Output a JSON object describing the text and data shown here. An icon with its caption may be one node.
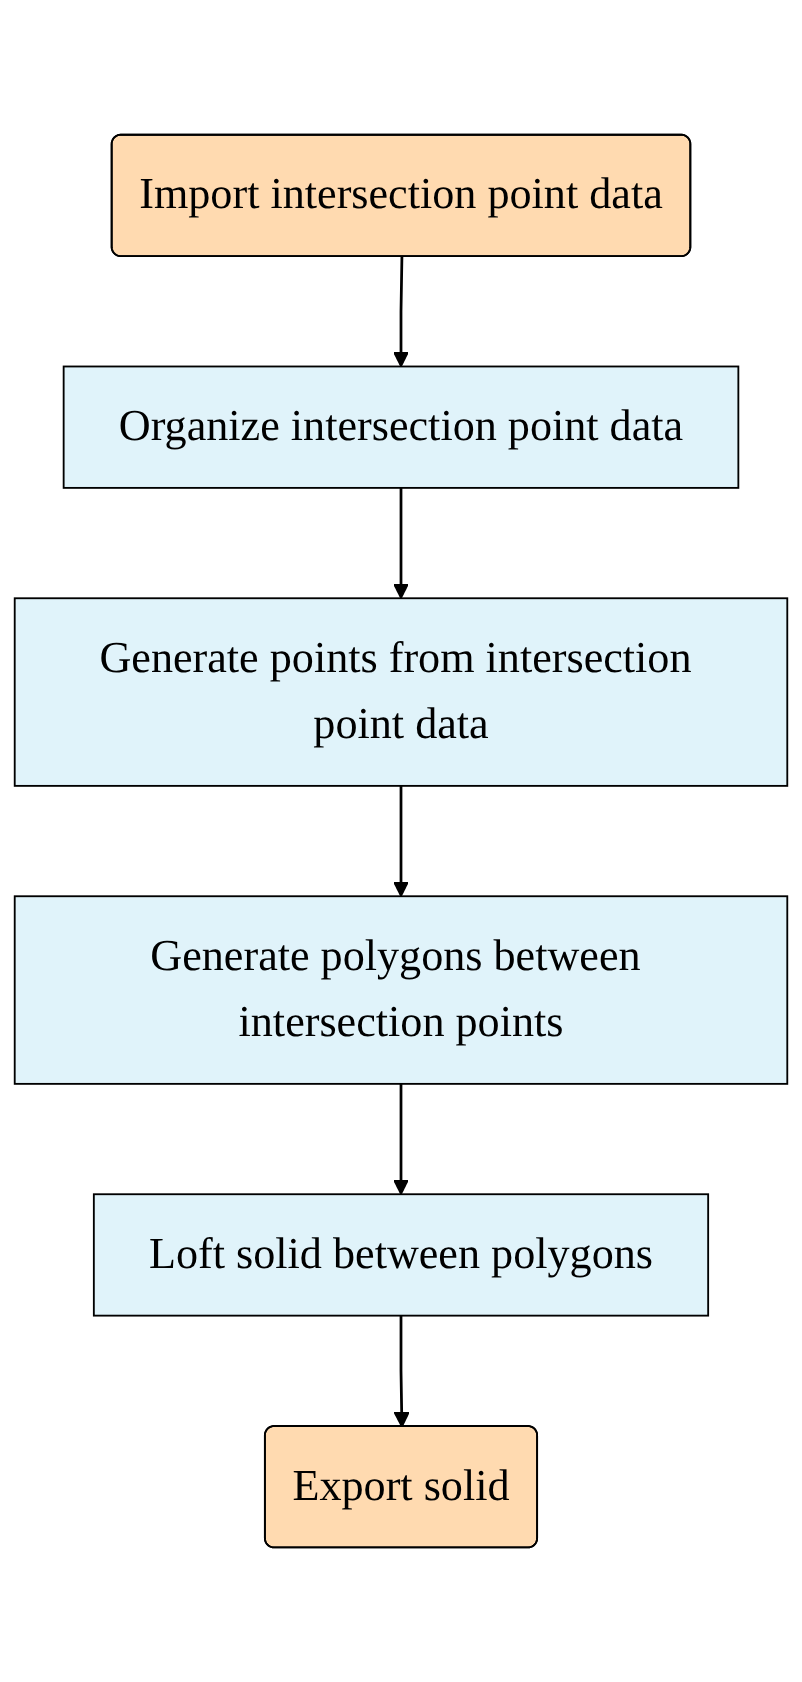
{
  "diagram": {
    "nodes": [
      {
        "text": [
          "Import intersection point data"
        ]
      },
      {
        "text": [
          "Organize intersection point data"
        ]
      },
      {
        "text": [
          "Generate points from intersection point data"
        ]
      },
      {
        "text": [
          "Generate polygons between intersection points"
        ]
      },
      {
        "text": [
          "Loft solid between polygons"
        ]
      },
      {
        "text": [
          "Export solid"
        ]
      }
    ],
    "edges": [
      {
        "from": 0,
        "to": 1,
        "arrow": "to"
      },
      {
        "from": 1,
        "to": 2,
        "arrow": "to"
      },
      {
        "from": 2,
        "to": 3,
        "arrow": "to"
      },
      {
        "from": 3,
        "to": 4,
        "arrow": "to"
      },
      {
        "from": 4,
        "to": 5,
        "arrow": "to"
      }
    ]
  }
}
